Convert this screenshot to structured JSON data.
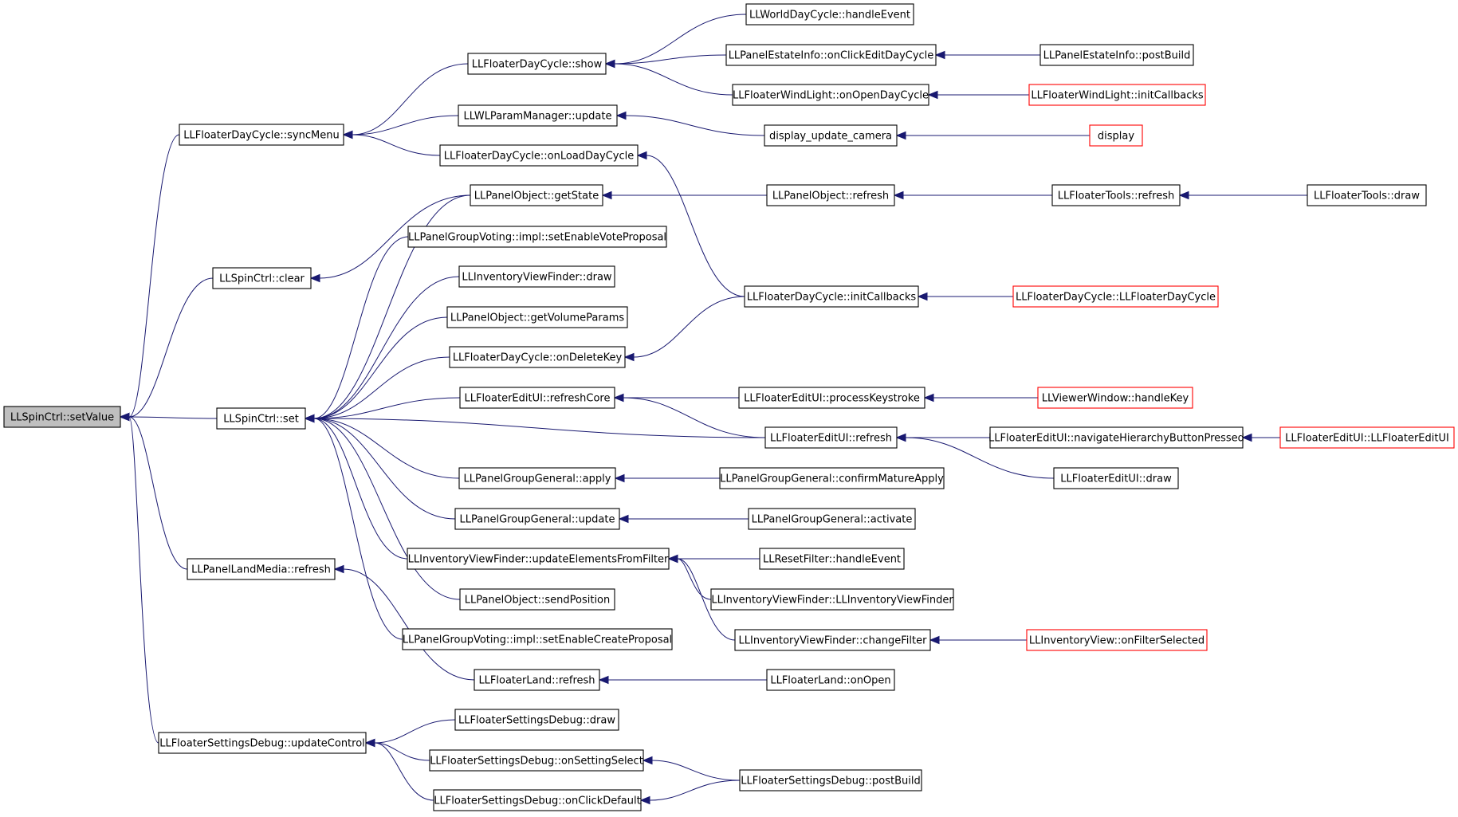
{
  "nodes": [
    {
      "id": "n0",
      "label": "LLSpinCtrl::setValue",
      "root": true
    },
    {
      "id": "n1",
      "label": "LLFloaterDayCycle::syncMenu"
    },
    {
      "id": "n2",
      "label": "LLSpinCtrl::clear"
    },
    {
      "id": "n3",
      "label": "LLSpinCtrl::set"
    },
    {
      "id": "n4",
      "label": "LLPanelLandMedia::refresh"
    },
    {
      "id": "n5",
      "label": "LLFloaterSettingsDebug::updateControl"
    },
    {
      "id": "n6",
      "label": "LLFloaterDayCycle::show"
    },
    {
      "id": "n7",
      "label": "LLWLParamManager::update"
    },
    {
      "id": "n8",
      "label": "LLFloaterDayCycle::onLoadDayCycle"
    },
    {
      "id": "n9",
      "label": "LLPanelObject::getState"
    },
    {
      "id": "n10",
      "label": "LLPanelGroupVoting::impl::setEnableVoteProposal"
    },
    {
      "id": "n11",
      "label": "LLInventoryViewFinder::draw"
    },
    {
      "id": "n12",
      "label": "LLPanelObject::getVolumeParams"
    },
    {
      "id": "n13",
      "label": "LLFloaterDayCycle::onDeleteKey"
    },
    {
      "id": "n14",
      "label": "LLFloaterEditUI::refreshCore"
    },
    {
      "id": "n15",
      "label": "LLPanelGroupGeneral::apply"
    },
    {
      "id": "n16",
      "label": "LLPanelGroupGeneral::update"
    },
    {
      "id": "n17",
      "label": "LLInventoryViewFinder::updateElementsFromFilter"
    },
    {
      "id": "n18",
      "label": "LLPanelObject::sendPosition"
    },
    {
      "id": "n19",
      "label": "LLPanelGroupVoting::impl::setEnableCreateProposal"
    },
    {
      "id": "n20",
      "label": "LLFloaterLand::refresh"
    },
    {
      "id": "n21",
      "label": "LLFloaterSettingsDebug::draw"
    },
    {
      "id": "n22",
      "label": "LLFloaterSettingsDebug::onSettingSelect"
    },
    {
      "id": "n23",
      "label": "LLFloaterSettingsDebug::onClickDefault"
    },
    {
      "id": "n24",
      "label": "LLWorldDayCycle::handleEvent"
    },
    {
      "id": "n25",
      "label": "LLPanelEstateInfo::onClickEditDayCycle"
    },
    {
      "id": "n26",
      "label": "LLFloaterWindLight::onOpenDayCycle"
    },
    {
      "id": "n27",
      "label": "display_update_camera"
    },
    {
      "id": "n28",
      "label": "LLPanelObject::refresh"
    },
    {
      "id": "n29",
      "label": "LLFloaterDayCycle::initCallbacks"
    },
    {
      "id": "n30",
      "label": "LLFloaterEditUI::processKeystroke"
    },
    {
      "id": "n31",
      "label": "LLFloaterEditUI::refresh"
    },
    {
      "id": "n32",
      "label": "LLPanelGroupGeneral::confirmMatureApply"
    },
    {
      "id": "n33",
      "label": "LLPanelGroupGeneral::activate"
    },
    {
      "id": "n34",
      "label": "LLResetFilter::handleEvent"
    },
    {
      "id": "n35",
      "label": "LLInventoryViewFinder::LLInventoryViewFinder"
    },
    {
      "id": "n36",
      "label": "LLInventoryViewFinder::changeFilter"
    },
    {
      "id": "n37",
      "label": "LLFloaterLand::onOpen"
    },
    {
      "id": "n38",
      "label": "LLFloaterSettingsDebug::postBuild"
    },
    {
      "id": "n39",
      "label": "LLPanelEstateInfo::postBuild"
    },
    {
      "id": "n40",
      "label": "LLFloaterWindLight::initCallbacks",
      "red": true
    },
    {
      "id": "n41",
      "label": "display",
      "red": true
    },
    {
      "id": "n42",
      "label": "LLFloaterTools::refresh"
    },
    {
      "id": "n43",
      "label": "LLFloaterDayCycle::LLFloaterDayCycle",
      "red": true
    },
    {
      "id": "n44",
      "label": "LLViewerWindow::handleKey",
      "red": true
    },
    {
      "id": "n45",
      "label": "LLFloaterEditUI::navigateHierarchyButtonPressed"
    },
    {
      "id": "n46",
      "label": "LLFloaterEditUI::draw"
    },
    {
      "id": "n47",
      "label": "LLInventoryView::onFilterSelected",
      "red": true
    },
    {
      "id": "n48",
      "label": "LLFloaterTools::draw"
    },
    {
      "id": "n49",
      "label": "LLFloaterEditUI::LLFloaterEditUI",
      "red": true
    }
  ],
  "edges": [
    [
      "n1",
      "n0"
    ],
    [
      "n2",
      "n0"
    ],
    [
      "n3",
      "n0"
    ],
    [
      "n4",
      "n0"
    ],
    [
      "n5",
      "n0"
    ],
    [
      "n6",
      "n1"
    ],
    [
      "n7",
      "n1"
    ],
    [
      "n8",
      "n1"
    ],
    [
      "n9",
      "n2"
    ],
    [
      "n9",
      "n3"
    ],
    [
      "n10",
      "n3"
    ],
    [
      "n11",
      "n3"
    ],
    [
      "n12",
      "n3"
    ],
    [
      "n13",
      "n3"
    ],
    [
      "n14",
      "n3"
    ],
    [
      "n31",
      "n3"
    ],
    [
      "n15",
      "n3"
    ],
    [
      "n16",
      "n3"
    ],
    [
      "n17",
      "n3"
    ],
    [
      "n18",
      "n3"
    ],
    [
      "n19",
      "n3"
    ],
    [
      "n20",
      "n4"
    ],
    [
      "n21",
      "n5"
    ],
    [
      "n22",
      "n5"
    ],
    [
      "n23",
      "n5"
    ],
    [
      "n24",
      "n6"
    ],
    [
      "n25",
      "n6"
    ],
    [
      "n26",
      "n6"
    ],
    [
      "n27",
      "n7"
    ],
    [
      "n29",
      "n8"
    ],
    [
      "n28",
      "n9"
    ],
    [
      "n29",
      "n13"
    ],
    [
      "n30",
      "n14"
    ],
    [
      "n31",
      "n14"
    ],
    [
      "n32",
      "n15"
    ],
    [
      "n33",
      "n16"
    ],
    [
      "n34",
      "n17"
    ],
    [
      "n35",
      "n17"
    ],
    [
      "n36",
      "n17"
    ],
    [
      "n37",
      "n20"
    ],
    [
      "n38",
      "n22"
    ],
    [
      "n38",
      "n23"
    ],
    [
      "n39",
      "n25"
    ],
    [
      "n40",
      "n26"
    ],
    [
      "n41",
      "n27"
    ],
    [
      "n42",
      "n28"
    ],
    [
      "n43",
      "n29"
    ],
    [
      "n44",
      "n30"
    ],
    [
      "n45",
      "n31"
    ],
    [
      "n46",
      "n31"
    ],
    [
      "n47",
      "n36"
    ],
    [
      "n48",
      "n42"
    ],
    [
      "n49",
      "n45"
    ]
  ]
}
